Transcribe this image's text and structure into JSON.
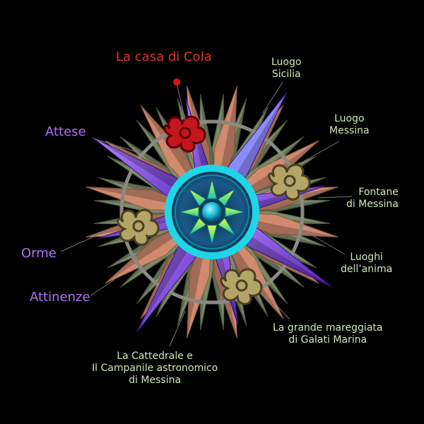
{
  "labels": {
    "casa_cola": "La casa di Cola",
    "luogo_sicilia": {
      "l1": "Luogo",
      "l2": "Sicilia"
    },
    "luogo_messina": {
      "l1": "Luogo",
      "l2": "Messina"
    },
    "fontane": {
      "l1": "Fontane",
      "l2": "di Messina"
    },
    "luoghi_anima": {
      "l1": "Luoghi",
      "l2": "dell’anima"
    },
    "mareggiata": {
      "l1": "La grande mareggiata",
      "l2": "di Galati Marina"
    },
    "cattedrale": {
      "l1": "La Cattedrale e",
      "l2": "Il Campanile astronomico",
      "l3": "di Messina"
    },
    "attese": "Attese",
    "orme": "Orme",
    "attinenze": "Attinenze"
  },
  "colors": {
    "background": "#000000",
    "label_green": "#cfe8b8",
    "label_purple": "#b070f0",
    "label_red": "#e03030",
    "ring_cyan": "#1fd6e6",
    "ring_grey": "#8a8a82",
    "point_purple": "#8a3fe0",
    "point_salmon": "#d08a6e",
    "point_olive": "#7c8a66",
    "knot_gold": "#b3a468",
    "knot_red": "#c4161c"
  },
  "icons": {
    "center": "compass-rose-icon",
    "knot": "celtic-knot-icon",
    "pin": "map-pin-icon"
  }
}
